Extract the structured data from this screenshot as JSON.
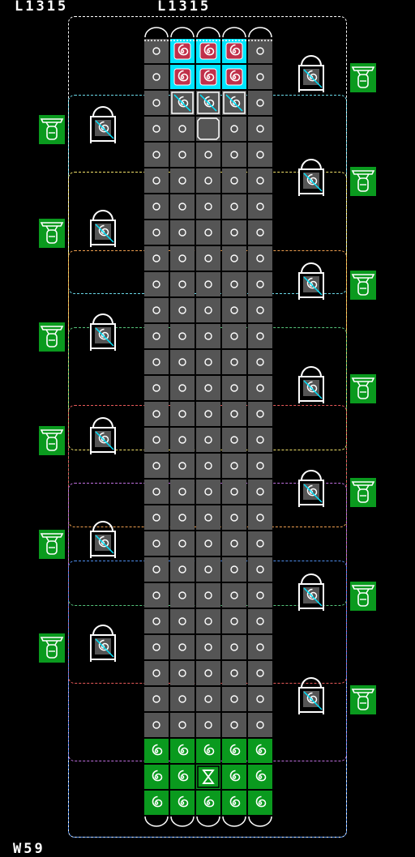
{
  "hud": {
    "top_left": "L1315",
    "top_center": "L1315",
    "bottom_left": "W59"
  },
  "colors": {
    "background": "#000000",
    "cell_gray": "#555555",
    "cell_green": "#0a9a1e",
    "selected_cyan": "#00e5ff",
    "crimson": "#c0304a",
    "zone_cyan": "#6ad8e8",
    "zone_yellow": "#f3e36a",
    "zone_orange": "#f0a050",
    "zone_green": "#55c47a",
    "zone_red": "#e85a5a",
    "zone_purple": "#c070e0",
    "zone_blue": "#4f8ff0",
    "zone_white": "#ffffff"
  },
  "board": {
    "cols": 5,
    "rows": 30,
    "selected_rows": [
      0,
      1
    ],
    "selected_cols": [
      1,
      2,
      3
    ],
    "marked_row": 2,
    "marked_cols": [
      1,
      2,
      3
    ],
    "empty_cell": [
      3,
      2
    ],
    "green_rows": [
      27,
      28,
      29
    ],
    "hourglass_cell": [
      28,
      2
    ]
  },
  "icons": {
    "cell": "ring-icon",
    "piece": "spiral-icon",
    "goal": "hourglass-icon",
    "bucket_white": "outlined-bucket-icon",
    "bucket_green": "green-bucket-icon"
  }
}
